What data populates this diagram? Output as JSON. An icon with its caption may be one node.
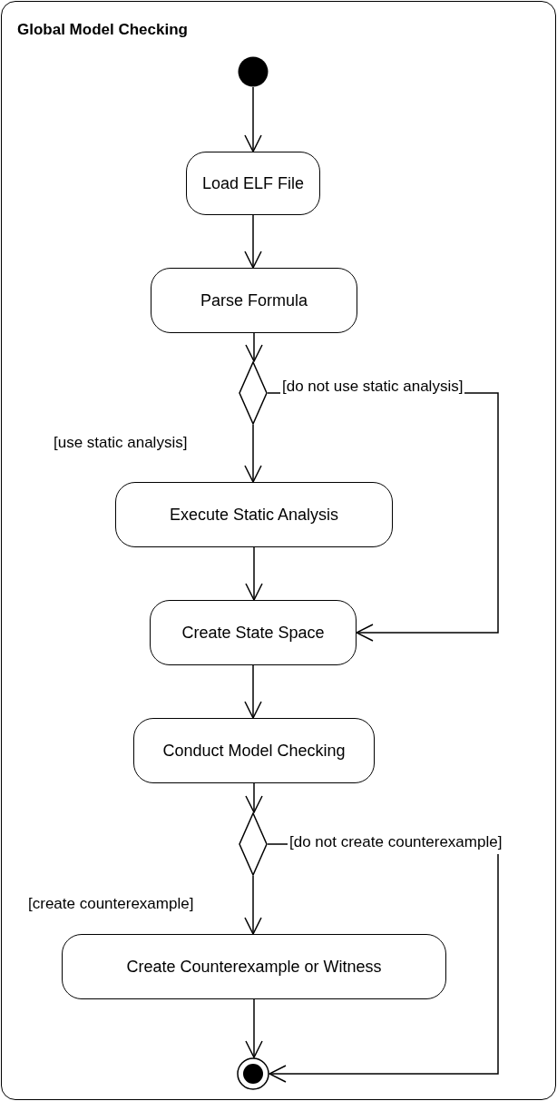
{
  "diagram": {
    "nodes": [
      {
        "text": [
          "Global Model Checking"
        ]
      },
      {
        "text": [],
        "shape": "circle",
        "in": 0
      },
      {
        "text": [
          "Load ELF File"
        ],
        "in": 0
      },
      {
        "text": [
          "Parse Formula"
        ],
        "in": 0
      },
      {
        "text": [],
        "shape": "diamond",
        "in": 0
      },
      {
        "text": [
          "Execute Static Analysis"
        ],
        "in": 0
      },
      {
        "text": [
          "Create State Space"
        ],
        "in": 0
      },
      {
        "text": [
          "Conduct Model Checking"
        ],
        "in": 0
      },
      {
        "text": [],
        "shape": "diamond",
        "in": 0
      },
      {
        "text": [
          "Create Counterexample or Witness"
        ],
        "in": 0
      },
      {
        "text": [],
        "shape": "circle",
        "in": 0
      }
    ],
    "edges": [
      {
        "from": 1,
        "to": 2,
        "arrow": "to"
      },
      {
        "from": 2,
        "to": 3,
        "arrow": "to"
      },
      {
        "from": 3,
        "to": 4,
        "arrow": "to"
      },
      {
        "from": 4,
        "to": 5,
        "arrow": "to",
        "label": "[use static analysis]"
      },
      {
        "from": 4,
        "to": 6,
        "arrow": "to",
        "label": "[do not use static analysis]"
      },
      {
        "from": 5,
        "to": 6,
        "arrow": "to"
      },
      {
        "from": 6,
        "to": 7,
        "arrow": "to"
      },
      {
        "from": 7,
        "to": 8,
        "arrow": "to"
      },
      {
        "from": 8,
        "to": 9,
        "arrow": "to",
        "label": "[create counterexample]"
      },
      {
        "from": 8,
        "to": 10,
        "arrow": "to",
        "label": "[do not create counterexample]"
      },
      {
        "from": 9,
        "to": 10,
        "arrow": "to"
      }
    ]
  }
}
